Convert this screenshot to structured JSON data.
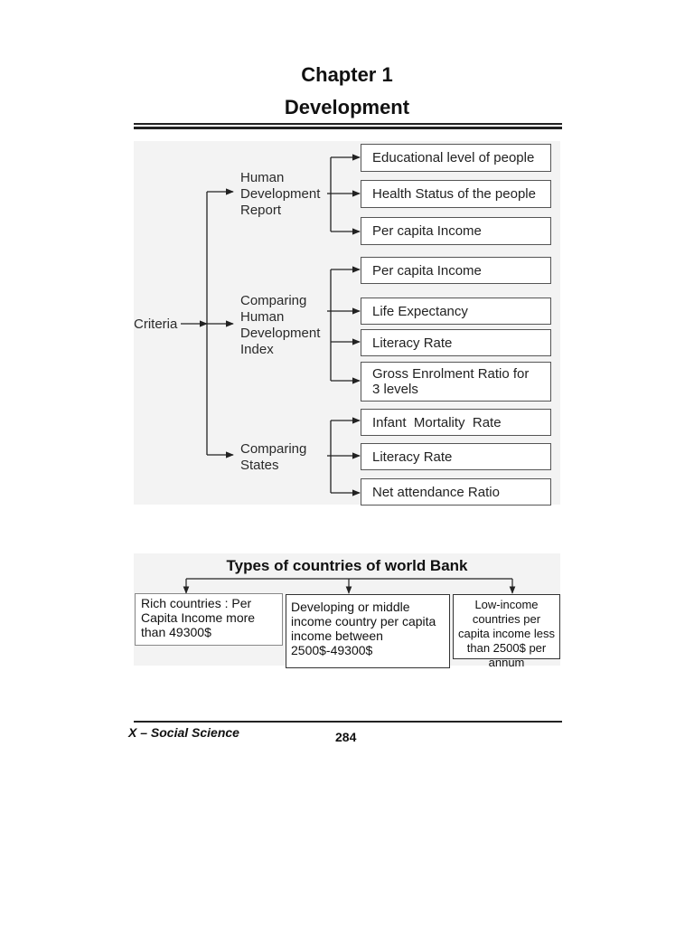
{
  "header": {
    "chapter": "Chapter 1",
    "title": "Development"
  },
  "criteria_diagram": {
    "root": "Criteria",
    "groups": [
      {
        "label": "Human Development Report",
        "items": [
          "Educational level of people",
          "Health Status of the people",
          "Per capita Income"
        ]
      },
      {
        "label": "Comparing Human Development Index",
        "items": [
          "Per capita Income",
          "Life Expectancy",
          "Literacy Rate",
          "Gross Enrolment Ratio for 3 levels"
        ]
      },
      {
        "label": "Comparing States",
        "items": [
          "Infant  Mortality  Rate",
          "Literacy Rate",
          "Net attendance Ratio"
        ]
      }
    ]
  },
  "world_bank": {
    "title": "Types of countries of world Bank",
    "types": [
      "Rich countries : Per Capita Income more than 49300$",
      "Developing or middle income country per capita income between 2500$-49300$",
      "Low-income countries per capita income less than 2500$ per annum"
    ]
  },
  "footer": {
    "subject": "X – Social Science",
    "page_number": "284"
  }
}
